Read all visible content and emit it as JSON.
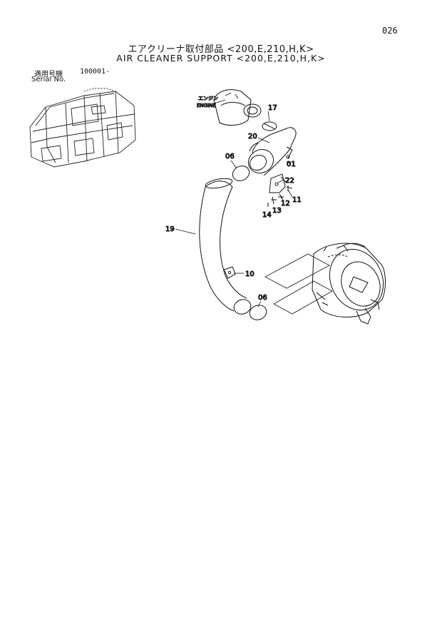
{
  "page_number": "026",
  "title_jp": "エアクリーナ取付部品 <200,E,210,H,K>",
  "title_en": "AIR CLEANER SUPPORT <200,E,210,H,K>",
  "serial": {
    "label_jp": "適用号機",
    "label_en": "Serial No.",
    "number": "100001-"
  },
  "engine_label": {
    "jp": "エンジン",
    "en": "ENGINE"
  },
  "callouts": {
    "p17": "17",
    "p20": "20",
    "p06a": "06",
    "p01": "01",
    "p22": "22",
    "p11": "11",
    "p12": "12",
    "p13": "13",
    "p14": "14",
    "p19": "19",
    "p10": "10",
    "p06b": "06"
  }
}
